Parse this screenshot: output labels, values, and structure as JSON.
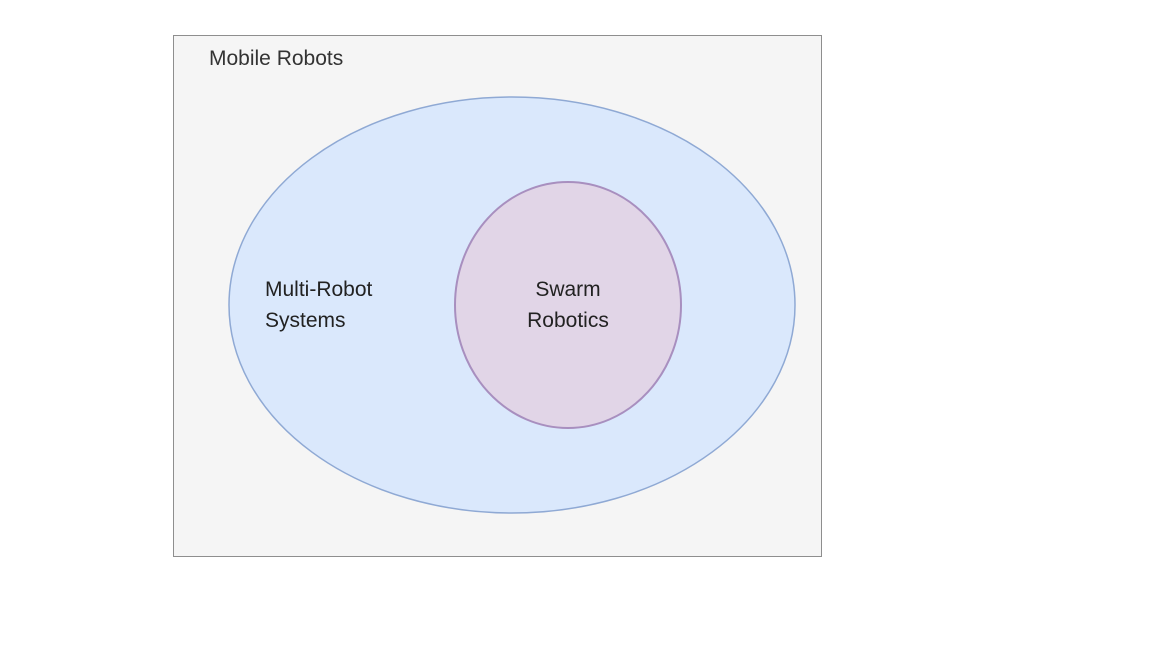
{
  "diagram": {
    "type": "nested-sets",
    "outer": {
      "label": "Mobile Robots",
      "fill": "#f5f5f5",
      "stroke": "#8e8e8e"
    },
    "middle": {
      "label_line1": "Multi-Robot",
      "label_line2": "Systems",
      "fill": "#dae8fc",
      "stroke": "#8fa9d4"
    },
    "inner": {
      "label_line1": "Swarm",
      "label_line2": "Robotics",
      "fill": "#e1d5e7",
      "stroke": "#a88fbf"
    }
  }
}
